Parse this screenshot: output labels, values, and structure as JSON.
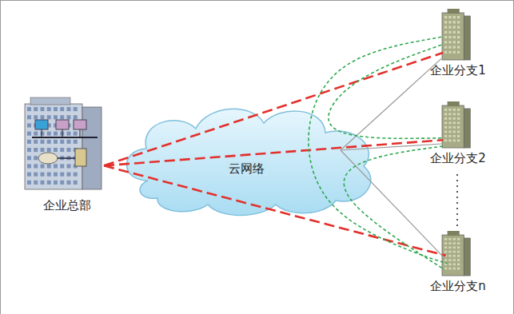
{
  "diagram": {
    "nodes": [
      {
        "text": [
          "企业总部"
        ]
      },
      {
        "text": [
          "云网络"
        ]
      },
      {
        "text": [
          "企业分支1"
        ]
      },
      {
        "text": [
          "企业分支2"
        ]
      },
      {
        "text": [
          "企业分支n"
        ]
      }
    ],
    "edges": [
      {
        "from": 0,
        "to": 2,
        "arrow": "none"
      },
      {
        "from": 0,
        "to": 3,
        "arrow": "none"
      },
      {
        "from": 0,
        "to": 4,
        "arrow": "none"
      },
      {
        "from": 1,
        "to": 2,
        "arrow": "none"
      },
      {
        "from": 1,
        "to": 3,
        "arrow": "none"
      },
      {
        "from": 1,
        "to": 4,
        "arrow": "none"
      },
      {
        "from": 2,
        "to": 3,
        "arrow": "none"
      },
      {
        "from": 2,
        "to": 4,
        "arrow": "none"
      },
      {
        "from": 3,
        "to": 4,
        "arrow": "none"
      }
    ]
  }
}
